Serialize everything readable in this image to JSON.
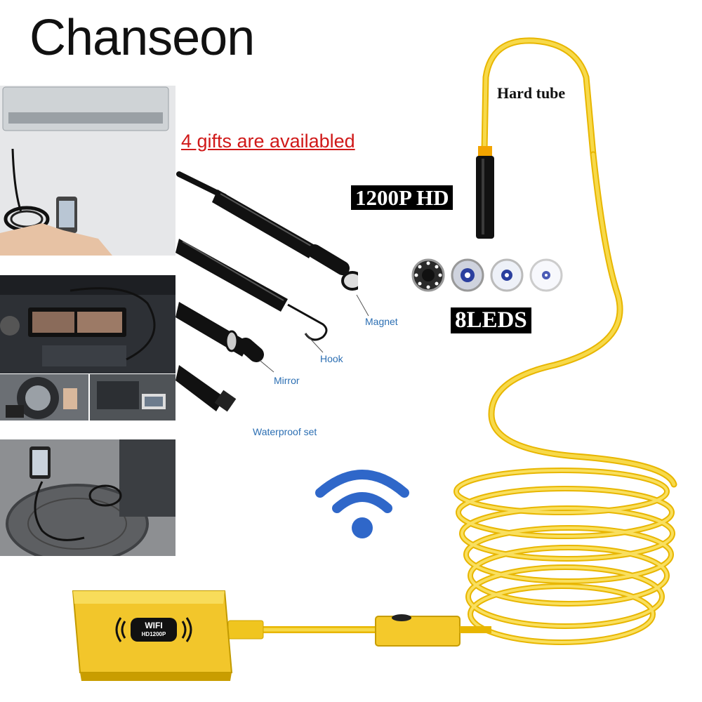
{
  "brand": "Chanseon",
  "gifts_heading": "4 gifts are availabled",
  "hard_tube_label": "Hard tube",
  "resolution_badge": "1200P HD",
  "leds_badge": "8LEDS",
  "accessories": [
    {
      "label": "Magnet"
    },
    {
      "label": "Hook"
    },
    {
      "label": "Mirror"
    },
    {
      "label": "Waterproof set"
    }
  ],
  "device_label": {
    "top": "WIFI",
    "bottom": "HD1200P"
  },
  "colors": {
    "cable": "#f5cf2a",
    "wifi": "#2f67c9",
    "callout": "#2c6fb3",
    "gifts": "#d01818"
  }
}
